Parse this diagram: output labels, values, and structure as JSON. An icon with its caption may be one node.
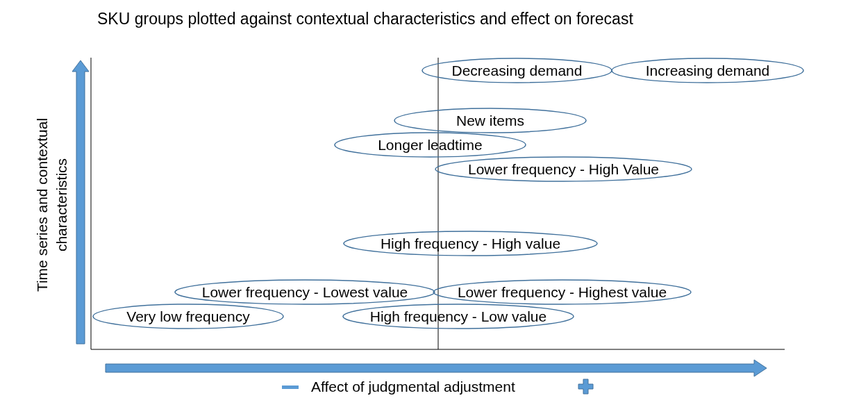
{
  "diagram": {
    "title": "SKU groups plotted against contextual characteristics and effect on forecast",
    "nodes": [
      {
        "text": [
          "Decreasing demand"
        ]
      },
      {
        "text": [
          "Increasing demand"
        ]
      },
      {
        "text": [
          "New items"
        ]
      },
      {
        "text": [
          "Longer leadtime"
        ]
      },
      {
        "text": [
          "Lower frequency - High Value"
        ]
      },
      {
        "text": [
          "High frequency - High value"
        ]
      },
      {
        "text": [
          "Lower frequency - Lowest value"
        ]
      },
      {
        "text": [
          "Lower frequency - Highest value"
        ]
      },
      {
        "text": [
          "Very low frequency"
        ]
      },
      {
        "text": [
          "High frequency - Low value"
        ]
      }
    ],
    "edges": [],
    "labels": [
      "Time series and contextual characteristics",
      "Affect of judgmental adjustment"
    ]
  }
}
